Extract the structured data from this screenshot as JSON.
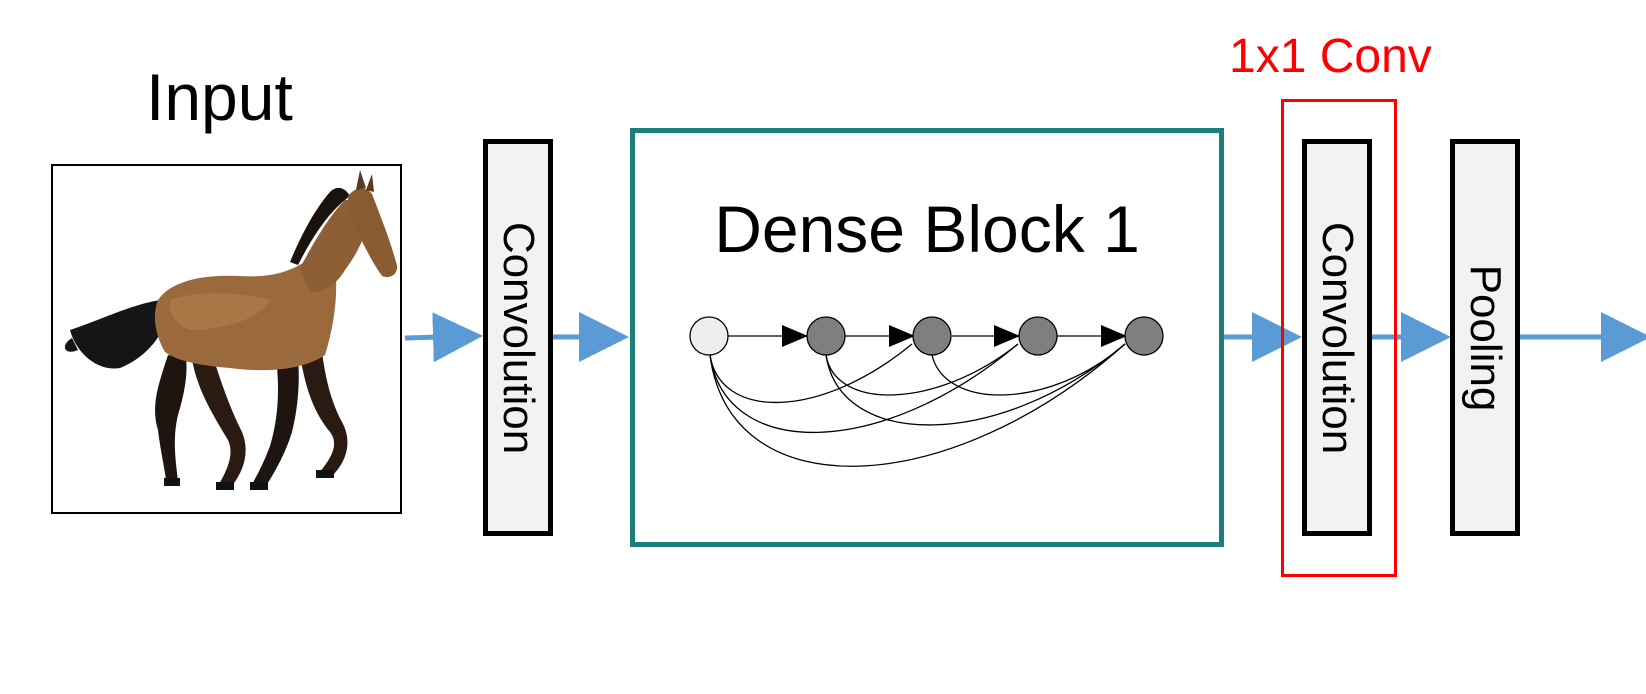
{
  "input": {
    "label": "Input",
    "image_subject": "horse"
  },
  "layers": {
    "conv_first": "Convolution",
    "dense_block_title": "Dense Block 1",
    "conv_transition": "Convolution",
    "pooling": "Pooling",
    "conv_1x1_annotation": "1x1 Conv"
  },
  "colors": {
    "arrow": "#5b9bd5",
    "dense_frame": "#1a7f7c",
    "highlight": "#ff0000",
    "layer_fill": "#f2f2f2",
    "input_node": "#eeeeee",
    "feature_node": "#7f7f7f"
  },
  "icons": {
    "input_image": "horse-illustration",
    "flow_arrow": "right-arrow"
  }
}
